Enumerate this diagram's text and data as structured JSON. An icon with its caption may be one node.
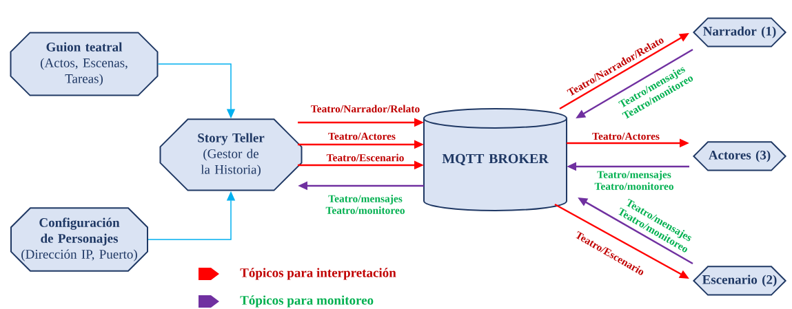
{
  "diagram": {
    "nodes": [
      {
        "text": [
          "Guion teatral",
          "(Actos, Escenas, Tareas)"
        ]
      },
      {
        "text": [
          "Configuración de Personajes",
          "(Dirección IP, Puerto)"
        ]
      },
      {
        "text": [
          "Story Teller",
          "(Gestor de la Historia)"
        ]
      },
      {
        "text": [
          "MQTT BROKER"
        ]
      },
      {
        "text": [
          "Narrador (1)"
        ]
      },
      {
        "text": [
          "Actores (3)"
        ]
      },
      {
        "text": [
          "Escenario (2)"
        ]
      }
    ],
    "edges": [
      {
        "from": 0,
        "to": 2,
        "arrow": "to",
        "color": "#00b0f0"
      },
      {
        "from": 1,
        "to": 2,
        "arrow": "to",
        "color": "#00b0f0"
      },
      {
        "from": 2,
        "to": 3,
        "arrow": "to",
        "label": "Teatro/Narrador/Relato"
      },
      {
        "from": 2,
        "to": 3,
        "arrow": "to",
        "label": "Teatro/Actores"
      },
      {
        "from": 2,
        "to": 3,
        "arrow": "to",
        "label": "Teatro/Escenario"
      },
      {
        "from": 3,
        "to": 2,
        "arrow": "to",
        "label": "Teatro/mensajes Teatro/monitoreo",
        "color": "#7030a0"
      },
      {
        "from": 3,
        "to": 4,
        "arrow": "to",
        "label": "Teatro/Narrador/Relato"
      },
      {
        "from": 4,
        "to": 3,
        "arrow": "to",
        "label": "Teatro/mensajes Teatro/monitoreo",
        "color": "#7030a0"
      },
      {
        "from": 3,
        "to": 5,
        "arrow": "to",
        "label": "Teatro/Actores"
      },
      {
        "from": 5,
        "to": 3,
        "arrow": "to",
        "label": "Teatro/mensajes Teatro/monitoreo",
        "color": "#7030a0"
      },
      {
        "from": 3,
        "to": 6,
        "arrow": "to",
        "label": "Teatro/Escenario"
      },
      {
        "from": 6,
        "to": 3,
        "arrow": "to",
        "label": "Teatro/mensajes Teatro/monitoreo",
        "color": "#7030a0"
      }
    ],
    "legend": [
      {
        "text": "Tópicos para interpretación",
        "color": "#ff0000"
      },
      {
        "text": "Tópicos para monitoreo",
        "color": "#7030a0"
      }
    ]
  }
}
